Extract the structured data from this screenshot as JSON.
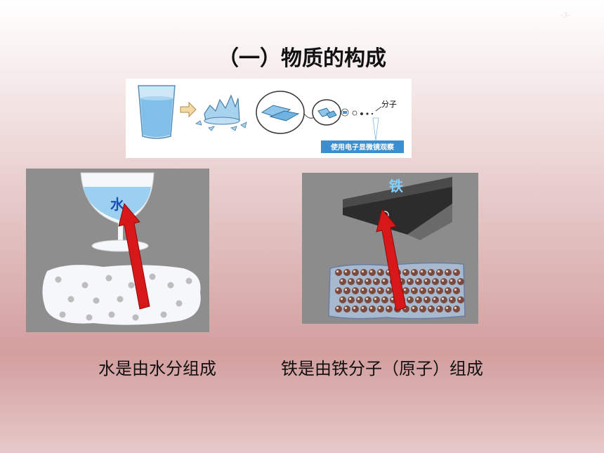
{
  "slide": {
    "page_number": "-3-",
    "title": "（一）物质的构成"
  },
  "top_illustration": {
    "molecule_label": "分子",
    "microscope_caption": "使用电子显微镜观察"
  },
  "water_illustration": {
    "glass_label": "水"
  },
  "iron_illustration": {
    "block_label": "铁"
  },
  "captions": {
    "water": "水是由水分组成",
    "iron": "铁是由铁分子（原子）组成"
  },
  "colors": {
    "arrow_red": "#d81818",
    "water_blue": "#7fb6e0",
    "molecule_white": "#f6f7fa",
    "iron_dark": "#2c2c2c"
  }
}
